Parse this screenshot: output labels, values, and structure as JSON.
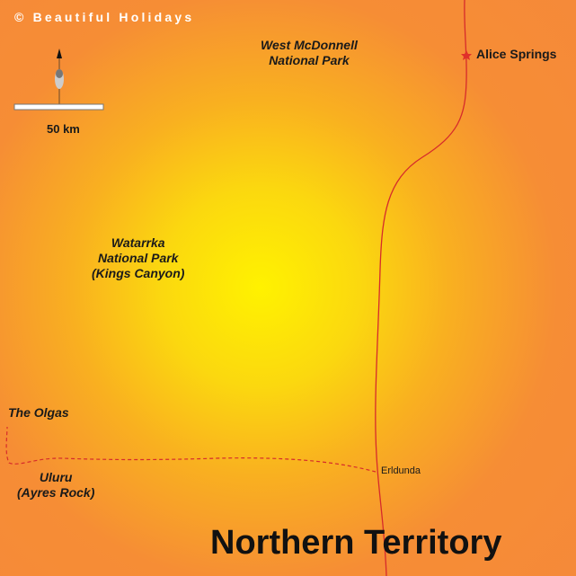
{
  "copyright": "© Beautiful Holidays",
  "scale": {
    "label": "50 km"
  },
  "places": {
    "west_mcdonnell": [
      "West McDonnell",
      "National Park"
    ],
    "alice_springs": "Alice Springs",
    "watarrka": [
      "Watarrka",
      "National Park",
      "(Kings Canyon)"
    ],
    "olgas": "The Olgas",
    "uluru": [
      "Uluru",
      "(Ayres Rock)"
    ],
    "erldunda": "Erldunda"
  },
  "title": "Northern Territory",
  "colors": {
    "road": "#d62b2b",
    "text": "#1a1a1a"
  }
}
